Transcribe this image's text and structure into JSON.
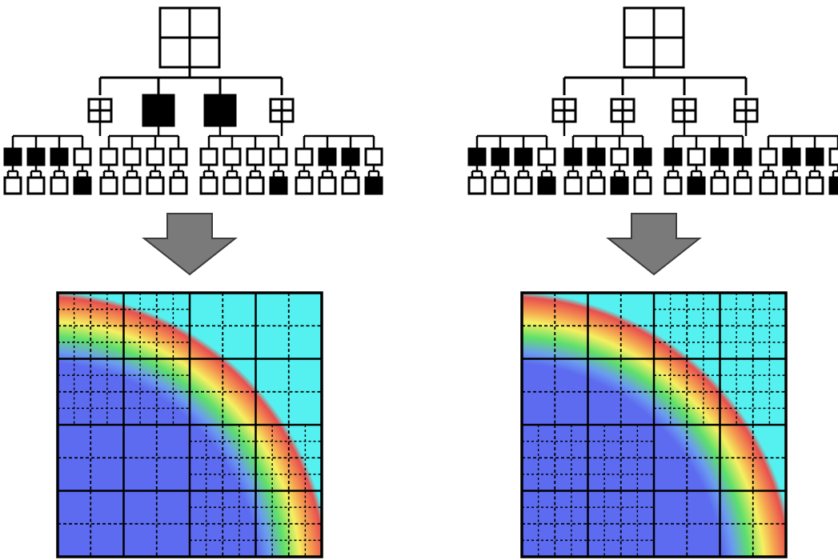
{
  "colors": {
    "stroke": "#000000",
    "filled": "#000000",
    "empty": "#ffffff",
    "arrow": "#7a7a7a",
    "arrow_edge": "#3c3c3c",
    "cyan": "#55f0f0",
    "blue": "#5d6bf0",
    "green": "#5ee06a",
    "yellow": "#f5f060",
    "orange": "#f5a050",
    "red": "#e84f4f"
  },
  "panels": [
    {
      "tree": {
        "root": "refined",
        "level1": [
          "refined",
          "leaf-filled",
          "leaf-filled",
          "refined"
        ],
        "level2": [
          {
            "top": [
              true,
              true,
              true,
              false
            ],
            "bottom": [
              false,
              false,
              false,
              true
            ]
          },
          {
            "top": [
              false,
              false,
              false,
              false
            ],
            "bottom": [
              false,
              false,
              false,
              false
            ]
          },
          {
            "top": [
              false,
              false,
              false,
              false
            ],
            "bottom": [
              false,
              false,
              false,
              true
            ]
          },
          {
            "top": [
              false,
              true,
              true,
              false
            ],
            "bottom": [
              false,
              false,
              false,
              true
            ]
          }
        ]
      },
      "mesh": {
        "solid_splits": [
          [
            [
              0.5,
              0.5
            ],
            [
              0.5,
              0.5
            ]
          ],
          [
            [
              0.5,
              0.5
            ],
            [
              0.5,
              0.5
            ]
          ],
          [
            [
              0.5,
              0.5
            ],
            [
              0.5,
              0.5
            ]
          ],
          [
            [
              0.5,
              0.5
            ],
            [
              0.5,
              0.5
            ]
          ]
        ],
        "dashed_levels": [
          2,
          1,
          1,
          2
        ]
      }
    },
    {
      "tree": {
        "root": "refined",
        "level1": [
          "refined",
          "refined",
          "refined",
          "refined"
        ],
        "level2": [
          {
            "top": [
              true,
              true,
              true,
              false
            ],
            "bottom": [
              false,
              false,
              false,
              true
            ]
          },
          {
            "top": [
              true,
              true,
              false,
              true
            ],
            "bottom": [
              false,
              false,
              true,
              false
            ]
          },
          {
            "top": [
              true,
              false,
              true,
              true
            ],
            "bottom": [
              false,
              true,
              false,
              false
            ]
          },
          {
            "top": [
              false,
              true,
              true,
              false
            ],
            "bottom": [
              false,
              false,
              false,
              true
            ]
          }
        ]
      },
      "mesh": {
        "dashed_levels": [
          1,
          2,
          2,
          1
        ]
      }
    }
  ]
}
